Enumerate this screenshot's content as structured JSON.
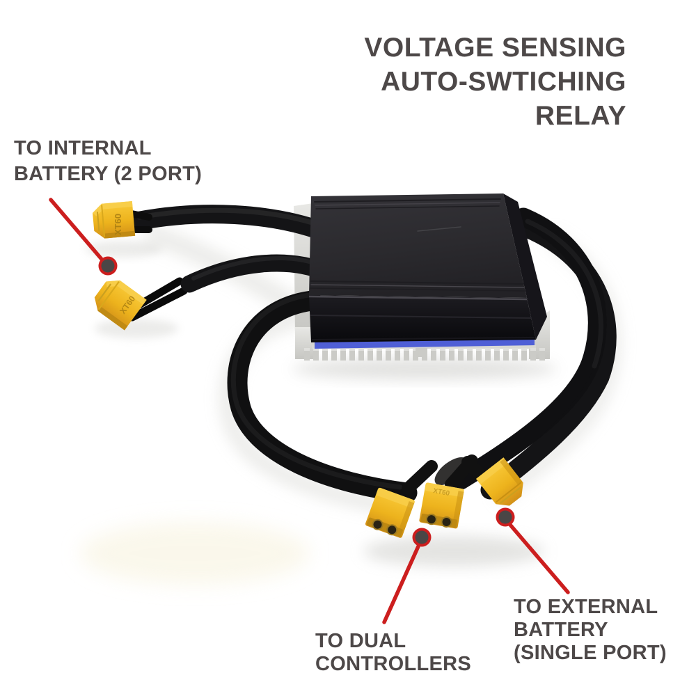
{
  "title": {
    "line1": "VOLTAGE SENSING",
    "line2": "AUTO-SWTICHING",
    "line3": "RELAY"
  },
  "callouts": {
    "internal_battery": {
      "line1": "TO INTERNAL",
      "line2": "BATTERY (2 PORT)"
    },
    "dual_controllers": {
      "line1": "TO DUAL",
      "line2": "CONTROLLERS"
    },
    "external_battery": {
      "line1": "TO EXTERNAL",
      "line2": "BATTERY",
      "line3": "(SINGLE PORT)"
    }
  },
  "photo": {
    "subject": "relay module on finned aluminum heatsink with five XT60 connectors on black sleeved cables",
    "connector_label": "XT60"
  },
  "colors": {
    "text": "#4d4848",
    "annotation_red": "#cc1e1e",
    "annotation_dot_gray": "#4a4646",
    "connector_yellow": "#f2b71e",
    "cable_black": "#141416",
    "heatsink_silver": "#d6d6d3",
    "pcb_blue": "#4f5fd6",
    "box_black": "#28272b",
    "background": "#ffffff"
  }
}
